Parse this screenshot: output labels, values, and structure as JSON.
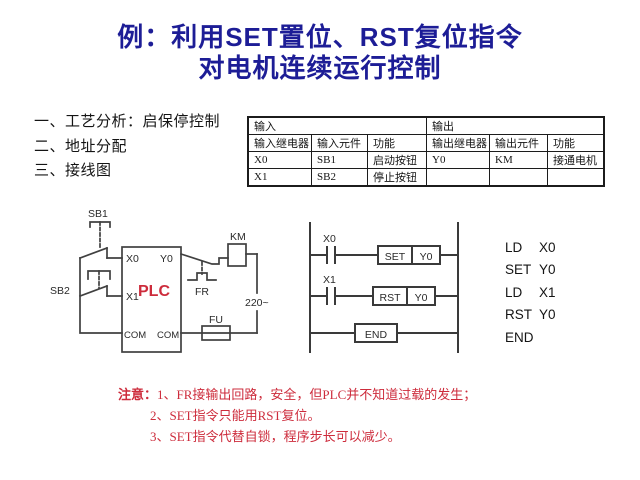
{
  "colors": {
    "title_navy": "#1d1d96",
    "accent_red": "#cd2c3c",
    "diagram_line": "#404040"
  },
  "title": {
    "line1": "例：利用SET置位、RST复位指令",
    "line2": "对电机连续运行控制"
  },
  "outline": {
    "item1": "一、工艺分析：启保停控制",
    "item2": "二、地址分配",
    "item3": "三、接线图"
  },
  "io_table": {
    "group_input": "输入",
    "group_output": "输出",
    "headers": {
      "h1": "输入继电器",
      "h2": "输入元件",
      "h3": "功能",
      "h4": "输出继电器",
      "h5": "输出元件",
      "h6": "功能"
    },
    "rows": [
      {
        "c1": "X0",
        "c2": "SB1",
        "c3": "启动按钮",
        "c4": "Y0",
        "c5": "KM",
        "c6": "接通电机"
      },
      {
        "c1": "X1",
        "c2": "SB2",
        "c3": "停止按钮",
        "c4": "",
        "c5": "",
        "c6": ""
      }
    ]
  },
  "wiring": {
    "sb1": "SB1",
    "sb2": "SB2",
    "x0": "X0",
    "y0": "Y0",
    "x1": "X1",
    "plc": "PLC",
    "com_left": "COM",
    "com_right": "COM",
    "km": "KM",
    "fr": "FR",
    "fu": "FU",
    "voltage": "220~"
  },
  "ladder": {
    "contact1": "X0",
    "op1": "SET",
    "operand1": "Y0",
    "contact2": "X1",
    "op2": "RST",
    "operand2": "Y0",
    "end": "END"
  },
  "instructions": [
    {
      "op": "LD",
      "arg": "X0"
    },
    {
      "op": "SET",
      "arg": "Y0"
    },
    {
      "op": "LD",
      "arg": "X1"
    },
    {
      "op": "RST",
      "arg": "Y0"
    },
    {
      "op": "END",
      "arg": ""
    }
  ],
  "notes": {
    "label": "注意：",
    "line1": "1、FR接输出回路，安全，但PLC并不知道过载的发生；",
    "line2": "2、SET指令只能用RST复位。",
    "line3": "3、SET指令代替自锁，程序步长可以减少。"
  }
}
